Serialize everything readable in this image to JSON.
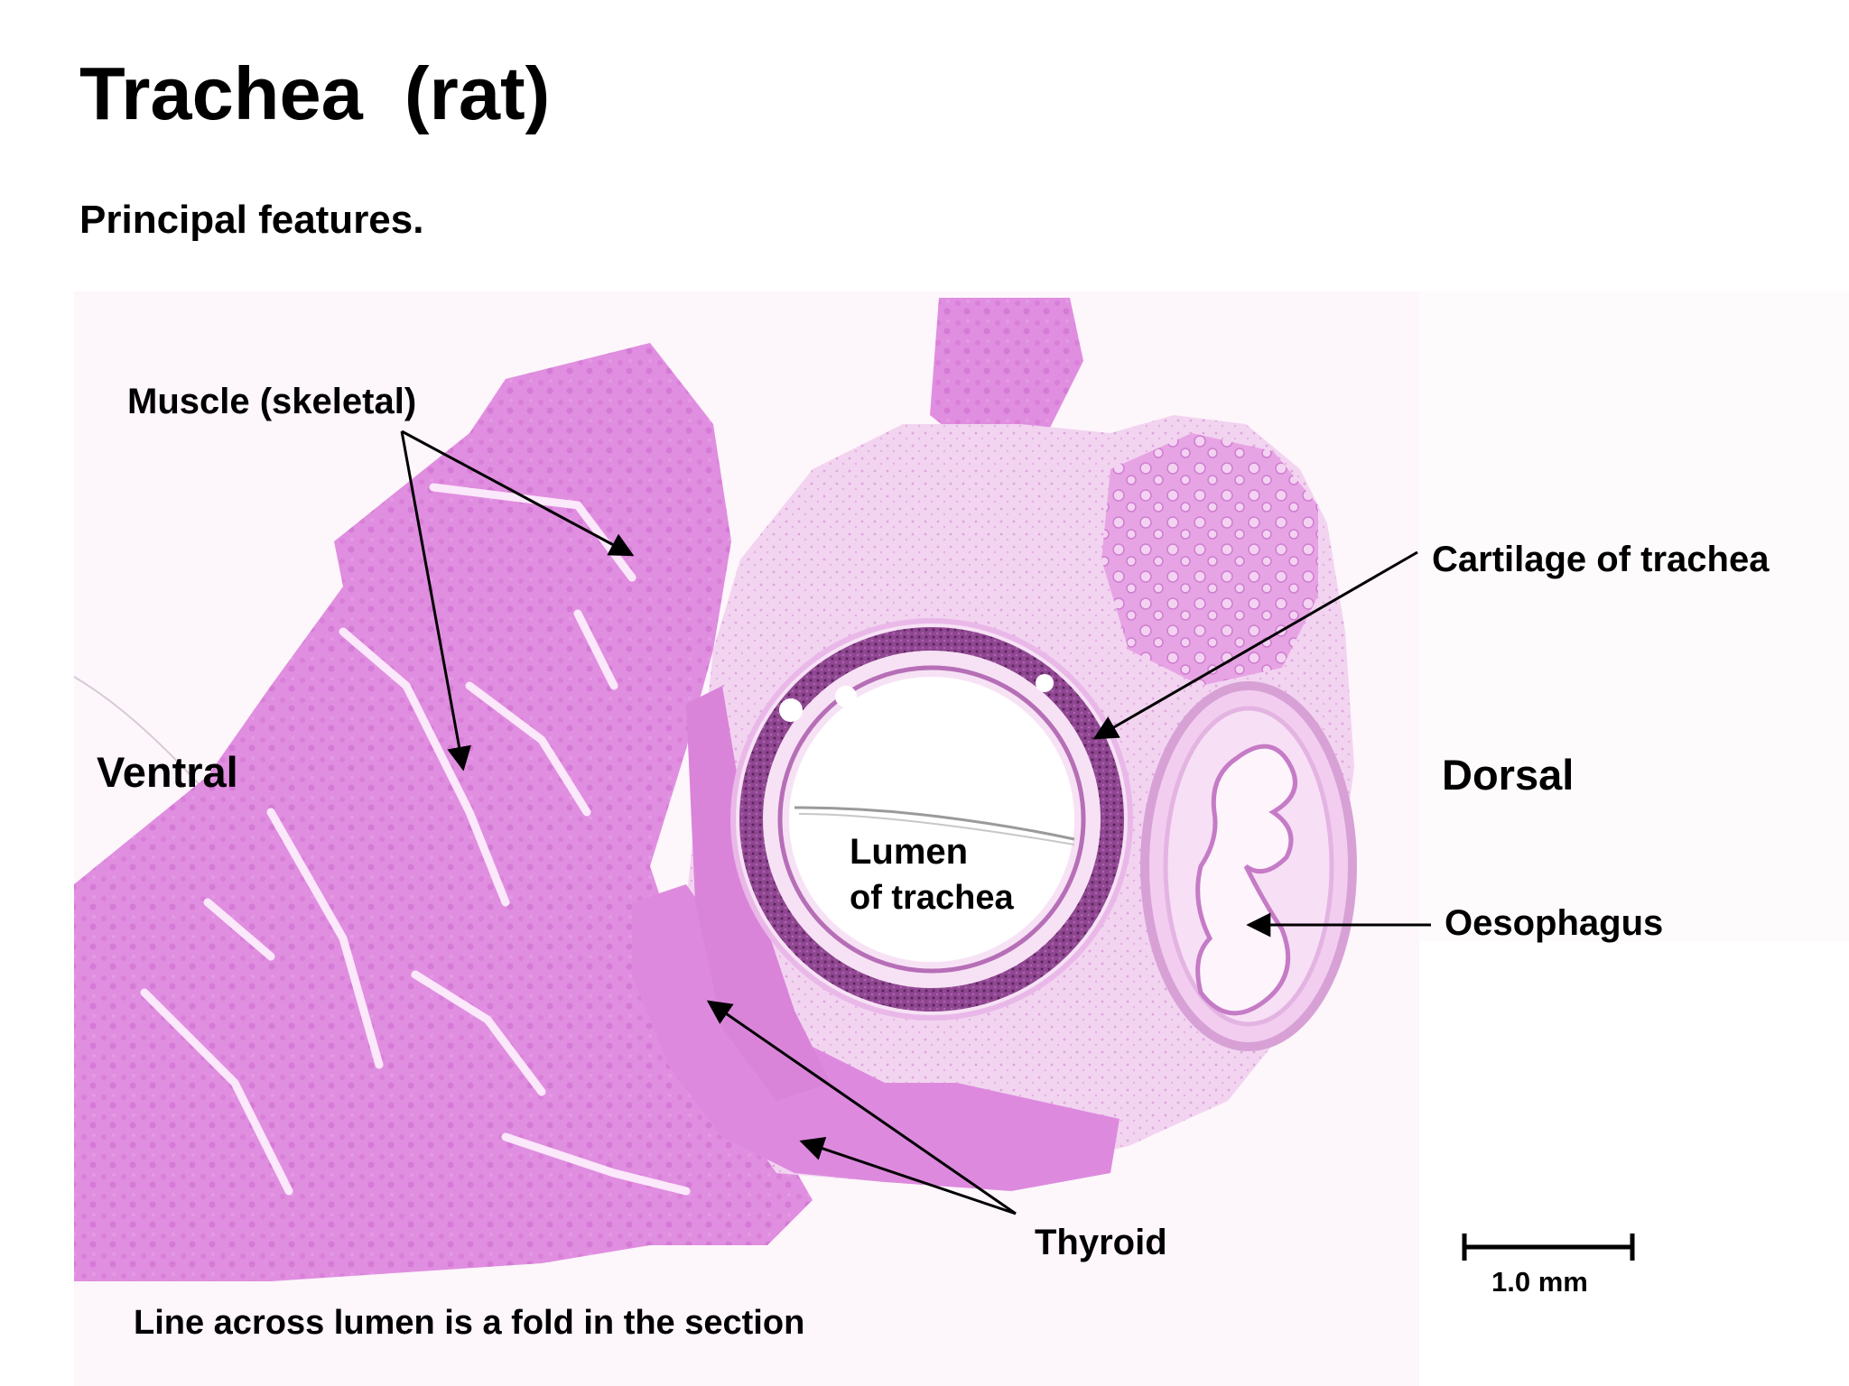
{
  "title": "Trachea  (rat)",
  "subtitle": "Principal features.",
  "labels": {
    "muscle": "Muscle (skeletal)",
    "cartilage": "Cartilage of trachea",
    "ventral": "Ventral",
    "dorsal": "Dorsal",
    "lumen_line1": "Lumen",
    "lumen_line2": "of trachea",
    "oesophagus": "Oesophagus",
    "thyroid": "Thyroid",
    "fold_note": "Line across lumen is a fold in the section"
  },
  "scale_bar": {
    "label": "1.0 mm"
  },
  "colors": {
    "tissue_muscle": "#e08ee0",
    "tissue_muscle_dark": "#cc6ccf",
    "tissue_light": "#f3d6f1",
    "cartilage": "#7a3a7c",
    "background_slide": "#fdf5fb"
  }
}
